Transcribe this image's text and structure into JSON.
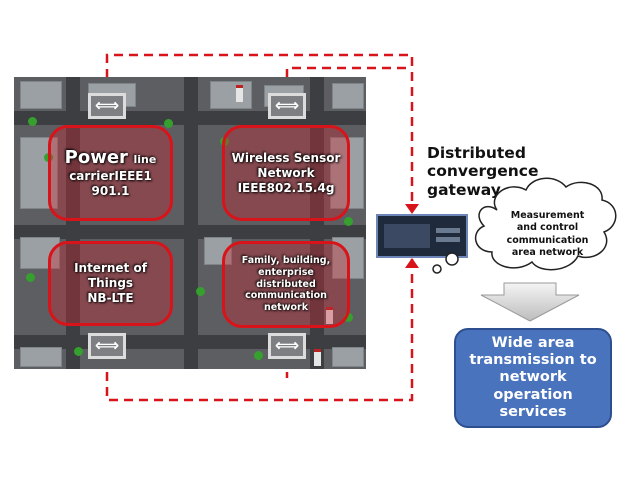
{
  "zones": {
    "power": {
      "line1_big": "Power",
      "line1_small": "line",
      "line2": "carrierIEEE1",
      "line3": "901.1"
    },
    "wsn": {
      "line1": "Wireless Sensor",
      "line2": "Network",
      "line3": "IEEE802.15.4g"
    },
    "iot": {
      "line1": "Internet of",
      "line2": "Things",
      "line3": "NB-LTE"
    },
    "family": {
      "line1": "Family, building,",
      "line2": "enterprise",
      "line3": "distributed",
      "line4": "communication",
      "line5": "network"
    }
  },
  "gateway": {
    "line1": "Distributed",
    "line2": "convergence",
    "line3": "gateway"
  },
  "cloud": {
    "line1": "Measurement",
    "line2": "and control",
    "line3": "communication",
    "line4": "area network"
  },
  "wan": {
    "line1": "Wide area",
    "line2": "transmission to",
    "line3": "network",
    "line4": "operation",
    "line5": "services"
  },
  "arrow_glyph": "⟺",
  "colors": {
    "link": "#d8141a",
    "zone_border": "#d8141a",
    "wan_box": "#4a73be",
    "city": "#5c5e61"
  }
}
